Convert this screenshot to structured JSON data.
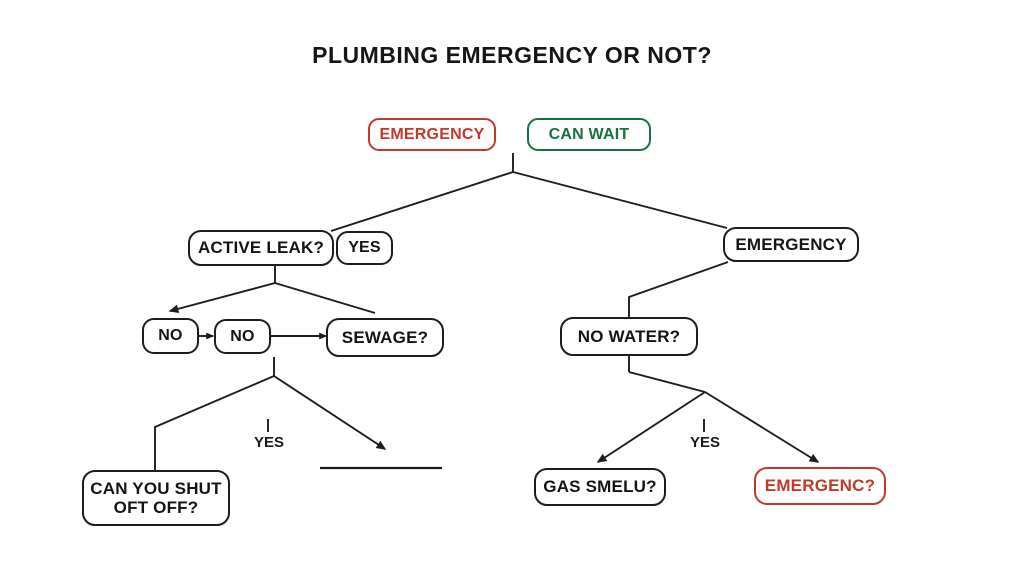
{
  "page": {
    "title": "PLUMBING EMERGENCY OR NOT?",
    "background_color": "#ffffff",
    "line_color": "#1d1d1d",
    "emergency_color": "#c0392b",
    "can_wait_color": "#13753c"
  },
  "legend": {
    "items": [
      {
        "label": "EMERGENCY",
        "color": "#c0392b"
      },
      {
        "label": "CAN WAIT",
        "color": "#13753c"
      }
    ]
  },
  "nodes": [
    {
      "id": "active_leak",
      "label": "ACTIVE LEAK?",
      "style": "default"
    },
    {
      "id": "yes_badge",
      "label": "YES",
      "style": "default"
    },
    {
      "id": "emergency_right",
      "label": "EMERGENCY",
      "style": "default"
    },
    {
      "id": "no_1",
      "label": "NO",
      "style": "default"
    },
    {
      "id": "no_2",
      "label": "NO",
      "style": "default"
    },
    {
      "id": "sewage",
      "label": "SEWAGE?",
      "style": "default"
    },
    {
      "id": "no_water",
      "label": "NO WATER?",
      "style": "default"
    },
    {
      "id": "can_you_shut",
      "label": "CAN YOU SHUT\nOFT OFF?",
      "style": "default"
    },
    {
      "id": "blank_node",
      "label": "",
      "style": "blank-line"
    },
    {
      "id": "gas_smell",
      "label": "GAS SMELU?",
      "style": "default"
    },
    {
      "id": "emergenc",
      "label": "EMERGENC?",
      "style": "red"
    }
  ],
  "edge_labels": [
    {
      "id": "yes_left",
      "label": "YES"
    },
    {
      "id": "yes_right",
      "label": "YES"
    }
  ]
}
